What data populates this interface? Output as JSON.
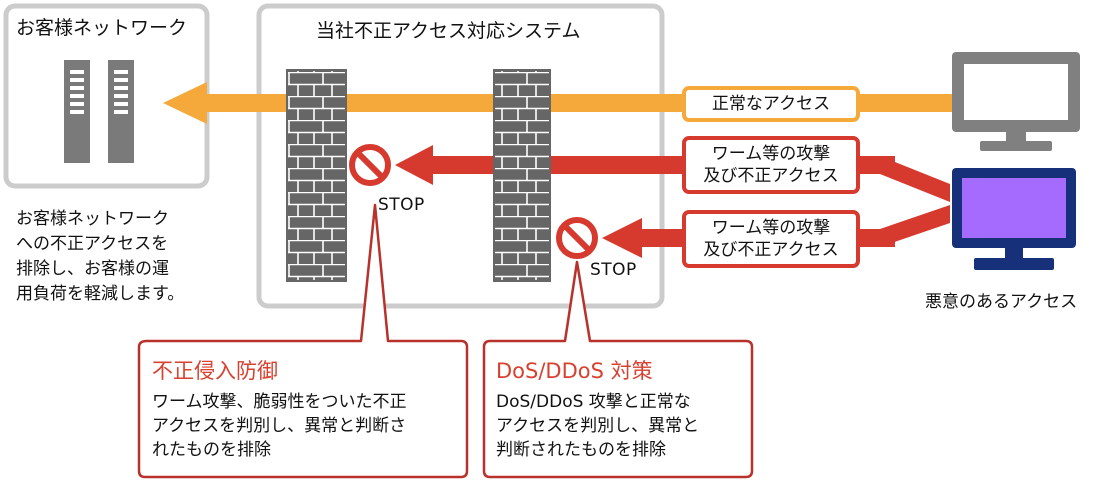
{
  "customer_panel": {
    "title": "お客様ネットワーク",
    "description": "お客様ネットワーク\nへの不正アクセスを\n排除し、お客様の運\n用負荷を軽減します。"
  },
  "system_panel": {
    "title": "当社不正アクセス対応システム"
  },
  "flows": {
    "normal_label": "正常なアクセス",
    "attack_label_1": "ワーム等の攻撃\n及び不正アクセス",
    "attack_label_2": "ワーム等の攻撃\n及び不正アクセス"
  },
  "stop_label_1": "STOP",
  "stop_label_2": "STOP",
  "malicious_label": "悪意のあるアクセス",
  "callouts": {
    "intrusion": {
      "title": "不正侵入防御",
      "body": "ワーム攻撃、脆弱性をついた不正\nアクセスを判別し、異常と判断さ\nれたものを排除"
    },
    "dos": {
      "title": "DoS/DDoS 対策",
      "body": "DoS/DDoS 攻撃と正常な\nアクセスを判別し、異常と\n判断されたものを排除"
    }
  },
  "colors": {
    "normal_flow": "#F5A93A",
    "attack_flow": "#D63A2F",
    "panel_border": "#CCCCCC",
    "firewall": "#666666",
    "server": "#7A7A7A",
    "normal_pc": "#808080",
    "malicious_pc": "#A56BFF",
    "malicious_pc_frame": "#16317A",
    "callout_border": "#B8312A",
    "callout_title": "#D8402F"
  }
}
